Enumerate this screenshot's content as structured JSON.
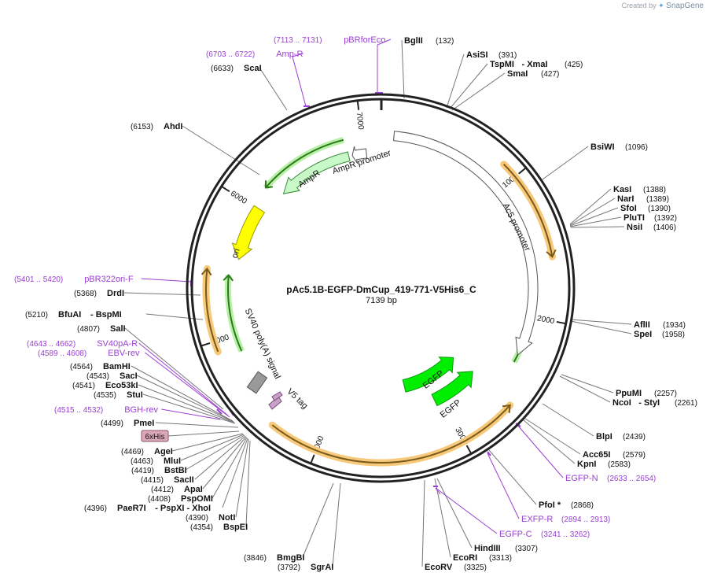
{
  "credit": {
    "prefix": "Created by",
    "brand": "SnapGene"
  },
  "plasmid": {
    "name": "pAc5.1B-EGFP-DmCup_419-771-V5His6_C",
    "length_label": "7139 bp",
    "length": 7139
  },
  "colors": {
    "primer": "#9a3fd2",
    "line": "#555555",
    "backbone": "#222222",
    "promoter": "#ffffff",
    "ampr": "#c8f7c8",
    "ori": "#ffff00",
    "egfp": "#00ee00",
    "orf": "#7a5a1a",
    "orf_glow": "#f7c97a",
    "term": "#999999",
    "tag": "#c9a0c9"
  },
  "ticks": [
    {
      "pos": 1000,
      "label": "1000"
    },
    {
      "pos": 2000,
      "label": "2000"
    },
    {
      "pos": 3000,
      "label": "3000"
    },
    {
      "pos": 4000,
      "label": "4000"
    },
    {
      "pos": 5000,
      "label": "5000"
    },
    {
      "pos": 6000,
      "label": "6000"
    },
    {
      "pos": 7000,
      "label": "7000"
    }
  ],
  "features": [
    {
      "label": "AmpR promoter",
      "type": "promoter"
    },
    {
      "label": "AmpR",
      "type": "cds"
    },
    {
      "label": "ori",
      "type": "ori"
    },
    {
      "label": "Ac5 promoter",
      "type": "promoter"
    },
    {
      "label": "EGFP",
      "type": "cds"
    },
    {
      "label": "EGFP",
      "type": "cds"
    },
    {
      "label": "SV40 poly(A) signal",
      "type": "terminator"
    },
    {
      "label": "V5 tag",
      "type": "tag"
    },
    {
      "label": "6xHis",
      "type": "tag"
    }
  ],
  "sites": [
    {
      "name": "BglII",
      "pos": "(132)"
    },
    {
      "name": "AsiSI",
      "pos": "(391)"
    },
    {
      "name": "TspMI",
      "extra": "- XmaI",
      "pos": "(425)"
    },
    {
      "name": "SmaI",
      "pos": "(427)"
    },
    {
      "name": "BsiWI",
      "pos": "(1096)"
    },
    {
      "name": "KasI",
      "pos": "(1388)"
    },
    {
      "name": "NarI",
      "pos": "(1389)"
    },
    {
      "name": "SfoI",
      "pos": "(1390)"
    },
    {
      "name": "PluTI",
      "pos": "(1392)"
    },
    {
      "name": "NsiI",
      "pos": "(1406)"
    },
    {
      "name": "AflII",
      "pos": "(1934)"
    },
    {
      "name": "SpeI",
      "pos": "(1958)"
    },
    {
      "name": "PpuMI",
      "pos": "(2257)"
    },
    {
      "name": "NcoI",
      "extra": "- StyI",
      "pos": "(2261)"
    },
    {
      "name": "BlpI",
      "pos": "(2439)"
    },
    {
      "name": "Acc65I",
      "pos": "(2579)"
    },
    {
      "name": "KpnI",
      "pos": "(2583)"
    },
    {
      "name": "PfoI *",
      "pos": "(2868)"
    },
    {
      "name": "HindIII",
      "pos": "(3307)"
    },
    {
      "name": "EcoRI",
      "pos": "(3313)"
    },
    {
      "name": "EcoRV",
      "pos": "(3325)"
    },
    {
      "name": "BmgBI",
      "pos": "(3846)"
    },
    {
      "name": "SgrAI",
      "pos": "(3792)"
    },
    {
      "name": "BspEI",
      "pos": "(4354)"
    },
    {
      "name": "NotI",
      "pos": "(4390)"
    },
    {
      "name": "PaeR7I",
      "extra": "- PspXI   - XhoI",
      "pos": "(4396)"
    },
    {
      "name": "PspOMI",
      "pos": "(4408)"
    },
    {
      "name": "ApaI",
      "pos": "(4412)"
    },
    {
      "name": "SacII",
      "pos": "(4415)"
    },
    {
      "name": "BstBI",
      "pos": "(4419)"
    },
    {
      "name": "MluI",
      "pos": "(4463)"
    },
    {
      "name": "AgeI",
      "pos": "(4469)"
    },
    {
      "name": "PmeI",
      "pos": "(4499)"
    },
    {
      "name": "StuI",
      "pos": "(4535)"
    },
    {
      "name": "Eco53kI",
      "pos": "(4541)"
    },
    {
      "name": "SacI",
      "pos": "(4543)"
    },
    {
      "name": "BamHI",
      "pos": "(4564)"
    },
    {
      "name": "SalI",
      "pos": "(4807)"
    },
    {
      "name": "BfuAI",
      "extra": "- BspMI",
      "pos": "(5210)"
    },
    {
      "name": "DrdI",
      "pos": "(5368)"
    },
    {
      "name": "AhdI",
      "pos": "(6153)"
    },
    {
      "name": "ScaI",
      "pos": "(6633)"
    }
  ],
  "primers": [
    {
      "name": "pBRforEco",
      "range": "(7113 .. 7131)"
    },
    {
      "name": "Amp-R",
      "range": "(6703 .. 6722)"
    },
    {
      "name": "pBR322ori-F",
      "range": "(5401 .. 5420)"
    },
    {
      "name": "SV40pA-R",
      "range": "(4643 .. 4662)"
    },
    {
      "name": "EBV-rev",
      "range": "(4589 .. 4608)"
    },
    {
      "name": "BGH-rev",
      "range": "(4515 .. 4532)"
    },
    {
      "name": "EGFP-N",
      "range": "(2633 .. 2654)"
    },
    {
      "name": "EXFP-R",
      "range": "(2894 .. 2913)"
    },
    {
      "name": "EGFP-C",
      "range": "(3241 .. 3262)"
    }
  ]
}
